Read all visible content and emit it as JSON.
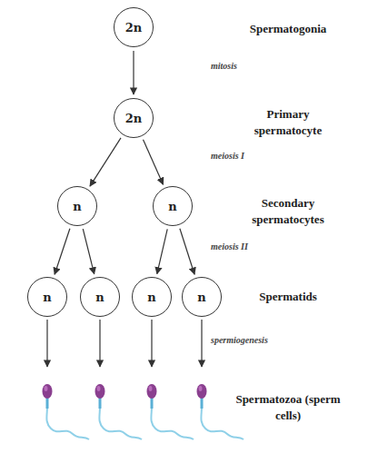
{
  "diagram": {
    "nodes": [
      {
        "text": [
          "2n"
        ]
      },
      {
        "text": [
          "2n"
        ]
      },
      {
        "text": [
          "n"
        ]
      },
      {
        "text": [
          "n"
        ]
      },
      {
        "text": [
          "n"
        ]
      },
      {
        "text": [
          "n"
        ]
      },
      {
        "text": [
          "n"
        ]
      },
      {
        "text": [
          "n"
        ]
      }
    ],
    "edges": [
      {
        "from": 0,
        "to": 1,
        "arrow": "to"
      },
      {
        "from": 1,
        "to": 2,
        "arrow": "to"
      },
      {
        "from": 1,
        "to": 3,
        "arrow": "to"
      },
      {
        "from": 2,
        "to": 4,
        "arrow": "to"
      },
      {
        "from": 2,
        "to": 5,
        "arrow": "to"
      },
      {
        "from": 3,
        "to": 6,
        "arrow": "to"
      },
      {
        "from": 3,
        "to": 7,
        "arrow": "to"
      }
    ],
    "labels": [
      "Spermatogonia",
      "mitosis",
      "Primary spermatocyte",
      "meiosis I",
      "Secondary spermatocytes",
      "meiosis II",
      "Spermatids",
      "spermiogenesis",
      "Spermatozoa (sperm cells)"
    ]
  }
}
